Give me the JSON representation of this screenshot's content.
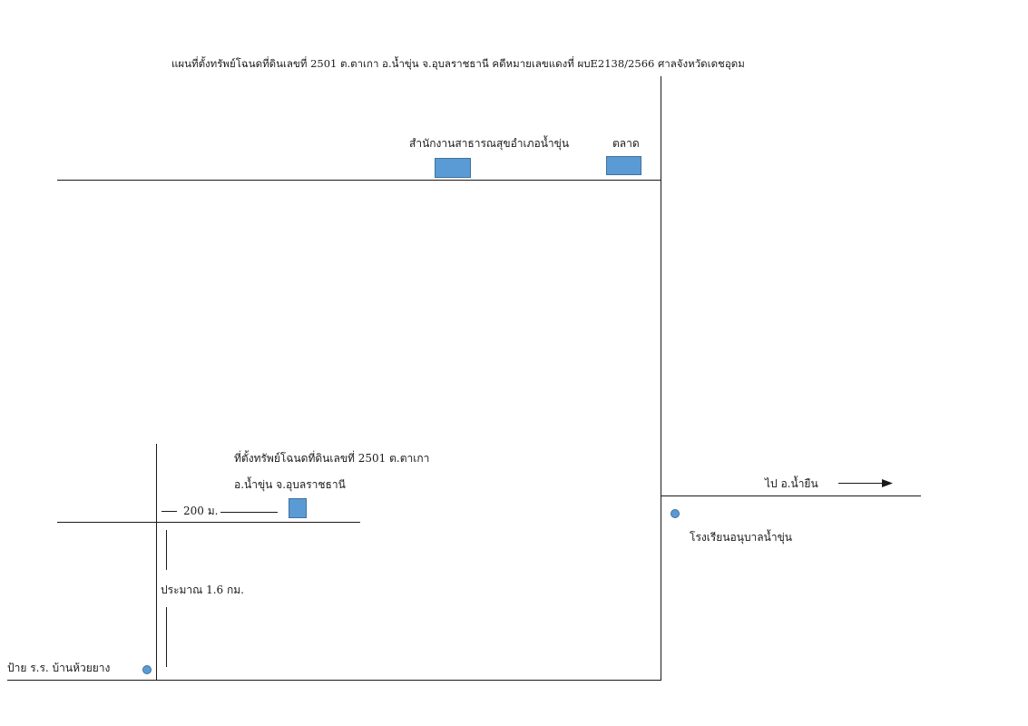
{
  "title": "แผนที่ตั้งทรัพย์โฉนดที่ดินเลขที่  2501  ต.ตาเกา   อ.น้ำขุ่น  จ.อุบลราชธานี  คดีหมายเลขแดงที่ ผบE2138/2566  ศาลจังหวัดเดชอุดม",
  "landmarks": {
    "health_office": "สำนักงานสาธารณสุขอำเภอน้ำขุ่น",
    "market": "ตลาด",
    "property_line1": "ที่ตั้งทรัพย์โฉนดที่ดินเลขที่ 2501  ต.ตาเกา",
    "property_line2": "อ.น้ำขุ่น  จ.อุบลราชธานี",
    "school": "โรงเรียนอนุบาลน้ำขุ่น",
    "bus_stop": "ป้าย ร.ร. บ้านห้วยยาง"
  },
  "distances": {
    "short": "200 ม.",
    "long": "ประมาณ  1.6 กม."
  },
  "direction": {
    "label": "ไป  อ.น้ำยืน",
    "arrow": "→"
  },
  "colors": {
    "marker_fill": "#5b9bd5",
    "marker_border": "#41719c",
    "road": "#1a1a1a"
  }
}
